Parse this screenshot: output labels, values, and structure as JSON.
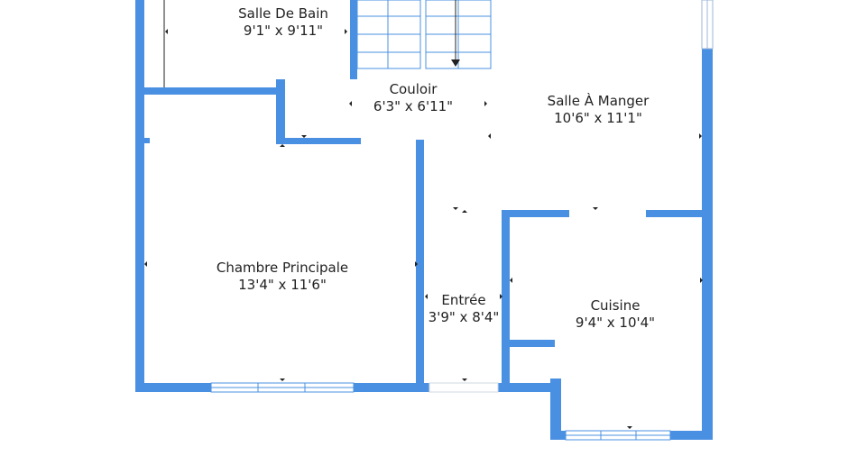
{
  "colors": {
    "wall": "#4a90e2",
    "window_frame": "#4a90e2",
    "text": "#222222",
    "background": "#ffffff"
  },
  "rooms": [
    {
      "id": "salle-de-bain",
      "name": "Salle De Bain",
      "dims": "9'1\" x 9'11\""
    },
    {
      "id": "couloir",
      "name": "Couloir",
      "dims": "6'3\" x 6'11\""
    },
    {
      "id": "salle-a-manger",
      "name": "Salle À Manger",
      "dims": "10'6\" x 11'1\""
    },
    {
      "id": "chambre-principale",
      "name": "Chambre Principale",
      "dims": "13'4\" x 11'6\""
    },
    {
      "id": "entree",
      "name": "Entrée",
      "dims": "3'9\" x 8'4\""
    },
    {
      "id": "cuisine",
      "name": "Cuisine",
      "dims": "9'4\" x 10'4\""
    }
  ]
}
